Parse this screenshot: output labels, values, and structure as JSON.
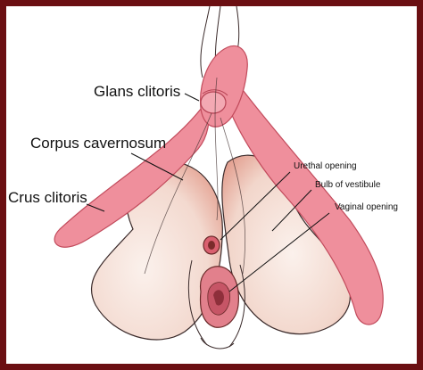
{
  "labels": {
    "glans_clitoris": "Glans clitoris",
    "corpus_cavernosum": "Corpus cavernosum",
    "crus_clitoris": "Crus clitoris",
    "urethral_opening": "Urethal opening",
    "bulb_of_vestibule": "Bulb of vestibule",
    "vaginal_opening": "Vaginal opening"
  },
  "colors": {
    "frame": "#6b0f12",
    "erectile_pink": "#ef8f9c",
    "erectile_pink_dark": "#d9606f",
    "bulb_tissue": "#f6e3dc",
    "bulb_shadow": "#e8b9aa",
    "outline": "#3a2a2a"
  }
}
